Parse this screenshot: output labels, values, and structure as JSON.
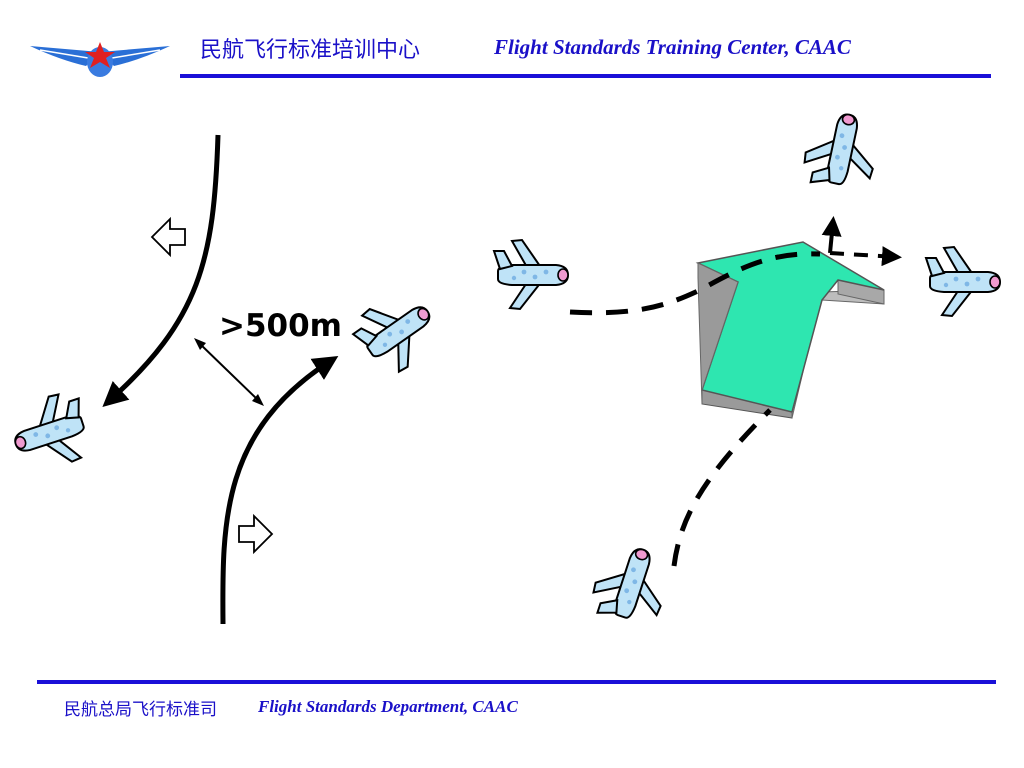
{
  "header": {
    "org_cn": "民航飞行标准培训中心",
    "org_en": "Flight Standards Training Center, CAAC",
    "logo_icon": "caac-wings-star-logo-icon",
    "rule_color": "#1a10d8"
  },
  "footer": {
    "dept_cn": "民航总局飞行标准司",
    "dept_en": "Flight Standards Department, CAAC"
  },
  "diagram": {
    "separation_label": ">500m",
    "icons": {
      "aircraft": "airplane-icon",
      "turn_left_hint": "hollow-arrow-left-icon",
      "turn_right_hint": "hollow-arrow-right-icon",
      "direction_block": "block-arrow-up-icon"
    },
    "colors": {
      "text": "#1a10c8",
      "block_arrow": "#2ee6b0",
      "aircraft_body": "#bfe3f7"
    }
  }
}
